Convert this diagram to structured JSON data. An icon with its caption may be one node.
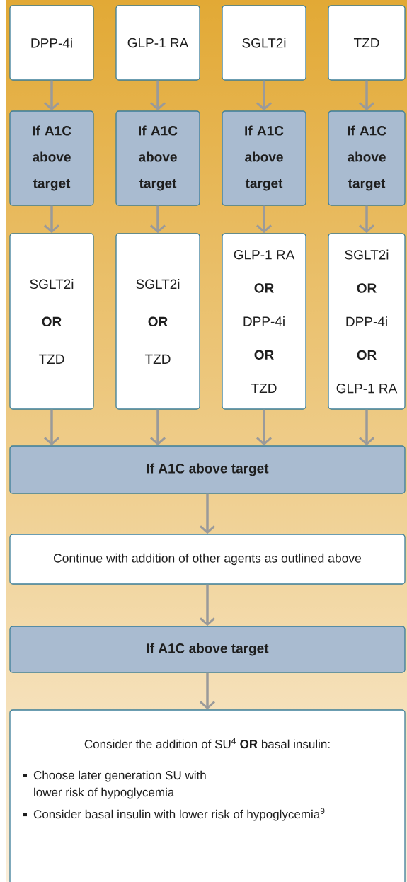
{
  "diagram": {
    "nodes": [
      {
        "text": [
          "DPP-4i"
        ]
      },
      {
        "text": [
          "GLP-1 RA"
        ]
      },
      {
        "text": [
          "SGLT2i"
        ]
      },
      {
        "text": [
          "TZD"
        ]
      },
      {
        "text": [
          "If A1C above target"
        ]
      },
      {
        "text": [
          "If A1C above target"
        ]
      },
      {
        "text": [
          "If A1C above target"
        ]
      },
      {
        "text": [
          "If A1C above target"
        ]
      },
      {
        "text": [
          "SGLT2i",
          "OR",
          "TZD"
        ]
      },
      {
        "text": [
          "SGLT2i",
          "OR",
          "TZD"
        ]
      },
      {
        "text": [
          "GLP-1 RA",
          "OR",
          "DPP-4i",
          "OR",
          "TZD"
        ]
      },
      {
        "text": [
          "SGLT2i",
          "OR",
          "DPP-4i",
          "OR",
          "GLP-1 RA"
        ]
      },
      {
        "text": [
          "If A1C above target"
        ]
      },
      {
        "text": [
          "Continue with addition of other agents as outlined above"
        ]
      },
      {
        "text": [
          "If A1C above target"
        ]
      },
      {
        "text": [
          "Consider the addition of SU$^{4}$ **OR** basal insulin:",
          "Choose later generation SU with lower risk of hypoglycemia",
          "Consider basal insulin with lower risk of hypoglycemia$^{9}$"
        ]
      }
    ],
    "edges": [
      {
        "from": 0,
        "to": 4,
        "arrow": "to"
      },
      {
        "from": 1,
        "to": 5,
        "arrow": "to"
      },
      {
        "from": 2,
        "to": 6,
        "arrow": "to"
      },
      {
        "from": 3,
        "to": 7,
        "arrow": "to"
      },
      {
        "from": 4,
        "to": 8,
        "arrow": "to"
      },
      {
        "from": 5,
        "to": 9,
        "arrow": "to"
      },
      {
        "from": 6,
        "to": 10,
        "arrow": "to"
      },
      {
        "from": 7,
        "to": 11,
        "arrow": "to"
      },
      {
        "from": 8,
        "to": 12,
        "arrow": "to"
      },
      {
        "from": 9,
        "to": 12,
        "arrow": "to"
      },
      {
        "from": 10,
        "to": 12,
        "arrow": "to"
      },
      {
        "from": 11,
        "to": 12,
        "arrow": "to"
      },
      {
        "from": 12,
        "to": 13,
        "arrow": "to"
      },
      {
        "from": 13,
        "to": 14,
        "arrow": "to"
      },
      {
        "from": 14,
        "to": 15,
        "arrow": "to"
      }
    ]
  }
}
